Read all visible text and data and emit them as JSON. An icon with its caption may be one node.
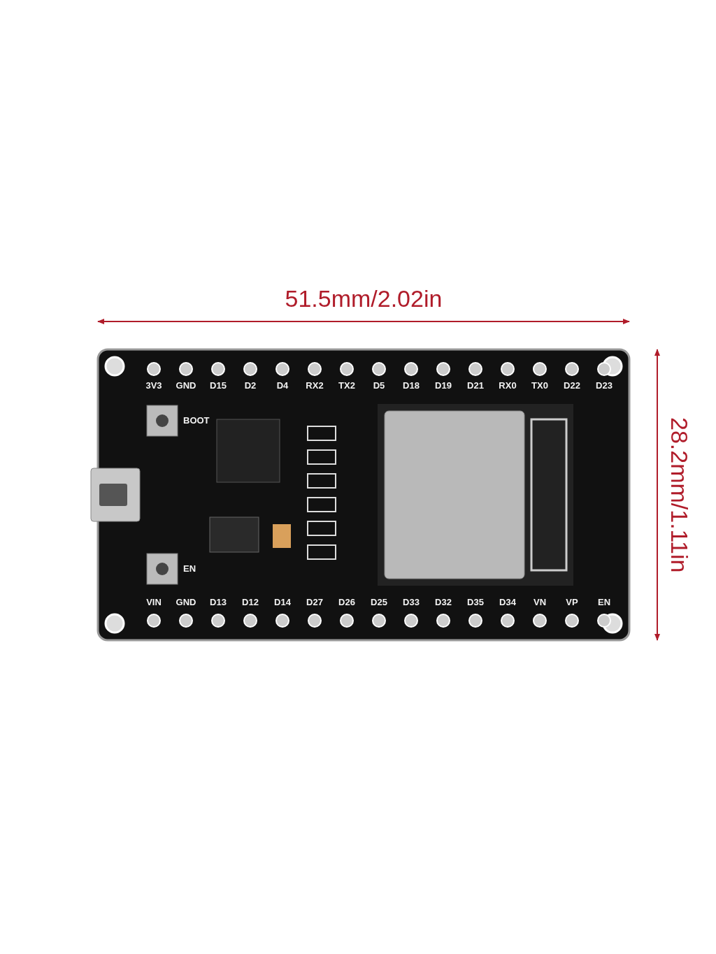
{
  "diagram": {
    "labels": [
      "51.5mm/2.02in",
      "28.2mm/1.11in",
      "BOOT",
      "EN",
      "3V3",
      "GND",
      "D15",
      "D2",
      "D4",
      "RX2",
      "TX2",
      "D5",
      "D18",
      "D19",
      "D21",
      "RX0",
      "TX0",
      "D22",
      "D23",
      "VIN",
      "GND",
      "D13",
      "D12",
      "D14",
      "D27",
      "D26",
      "D25",
      "D33",
      "D32",
      "D35",
      "D34",
      "VN",
      "VP",
      "EN"
    ]
  }
}
